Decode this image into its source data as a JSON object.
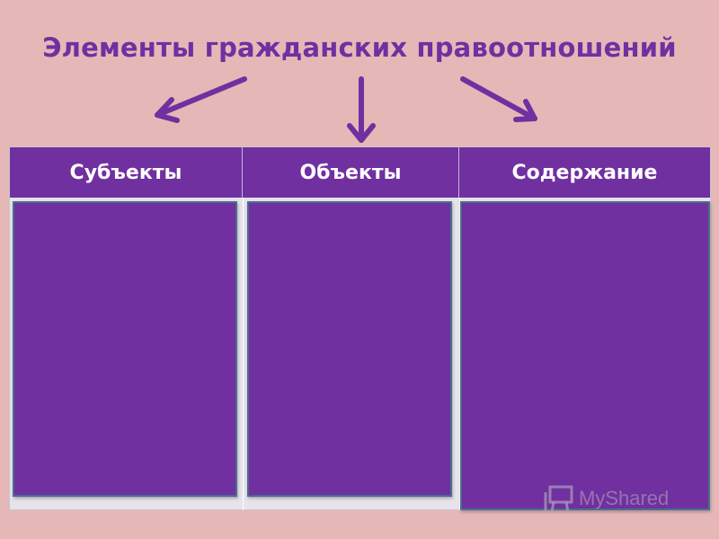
{
  "title": "Элементы гражданских правоотношений",
  "table": {
    "headers": [
      "Субъекты",
      "Объекты",
      "Содержание"
    ]
  },
  "watermark": {
    "text": "MyShared"
  },
  "colors": {
    "background": "#e5b7b7",
    "accent": "#7030a0",
    "box_border": "#4a6d8c",
    "header_text": "#ffffff"
  }
}
